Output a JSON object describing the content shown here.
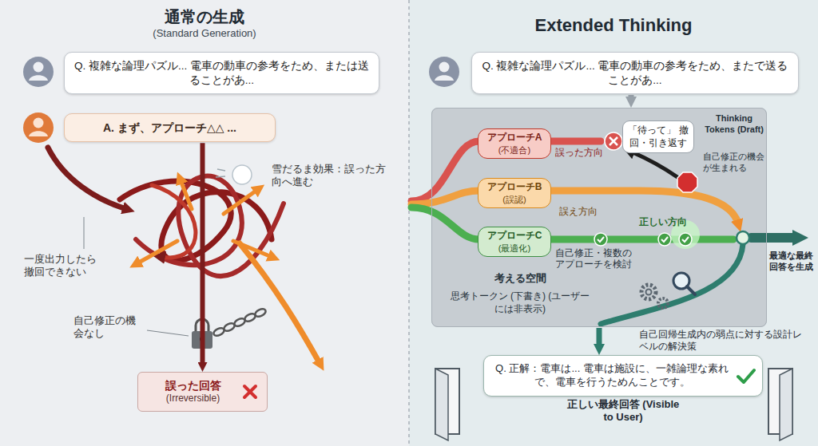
{
  "diagram": {
    "nodes": [
      {
        "text": [
          "通常の生成",
          "(Standard Generation)"
        ]
      },
      {
        "text": [
          "Q. 複雑な論理パズル... 電車の動車の参考をため、または送ることがあ..."
        ],
        "in": 0
      },
      {
        "text": [
          "A. まず、アプローチ△△ ..."
        ],
        "in": 0
      },
      {
        "text": [
          "誤った回答",
          "(Irreversible)"
        ],
        "in": 0
      },
      {
        "text": [
          "Extended Thinking"
        ]
      },
      {
        "text": [
          "Q. 複雑な論理パズル... 電車の動車の参考をため、またで送ることがあ..."
        ],
        "in": 4
      },
      {
        "text": [
          "Thinking Tokens (Draft)",
          "考える空間",
          "思考トークン (下書き) (ユーザーには非表示)"
        ],
        "in": 4
      },
      {
        "text": [
          "アプローチA",
          "(不適合)"
        ],
        "in": 6
      },
      {
        "text": [
          "アプローチB",
          "(誤認)"
        ],
        "in": 6
      },
      {
        "text": [
          "アプローチC",
          "(最適化)"
        ],
        "in": 6
      },
      {
        "text": [
          "「待って」 撤回・引き返す"
        ],
        "in": 6
      },
      {
        "text": [
          "Q. 正解：電車は... 電車は施設に、一雑論理な素れで、電車を行うためんことです。",
          "正しい最終回答 (Visible to User)"
        ],
        "in": 4
      }
    ],
    "edges": [
      {
        "from": 2,
        "to": 3,
        "arrow": "to"
      },
      {
        "from": 5,
        "to": 6,
        "arrow": "to"
      },
      {
        "from": 6,
        "to": 11,
        "arrow": "to"
      }
    ],
    "labels": [
      "雪だるま効果：誤った方向へ進む",
      "一度出力したら撤回できない",
      "自己修正の機会なし",
      "誤った方向",
      "誤え方向",
      "自己修正・複数のアプローチを検討",
      "正しい方向",
      "自己修正の機会が生まれる",
      "最適な最終回答を生成",
      "自己回帰生成内の弱点に対する設計レベルの解決策"
    ]
  }
}
